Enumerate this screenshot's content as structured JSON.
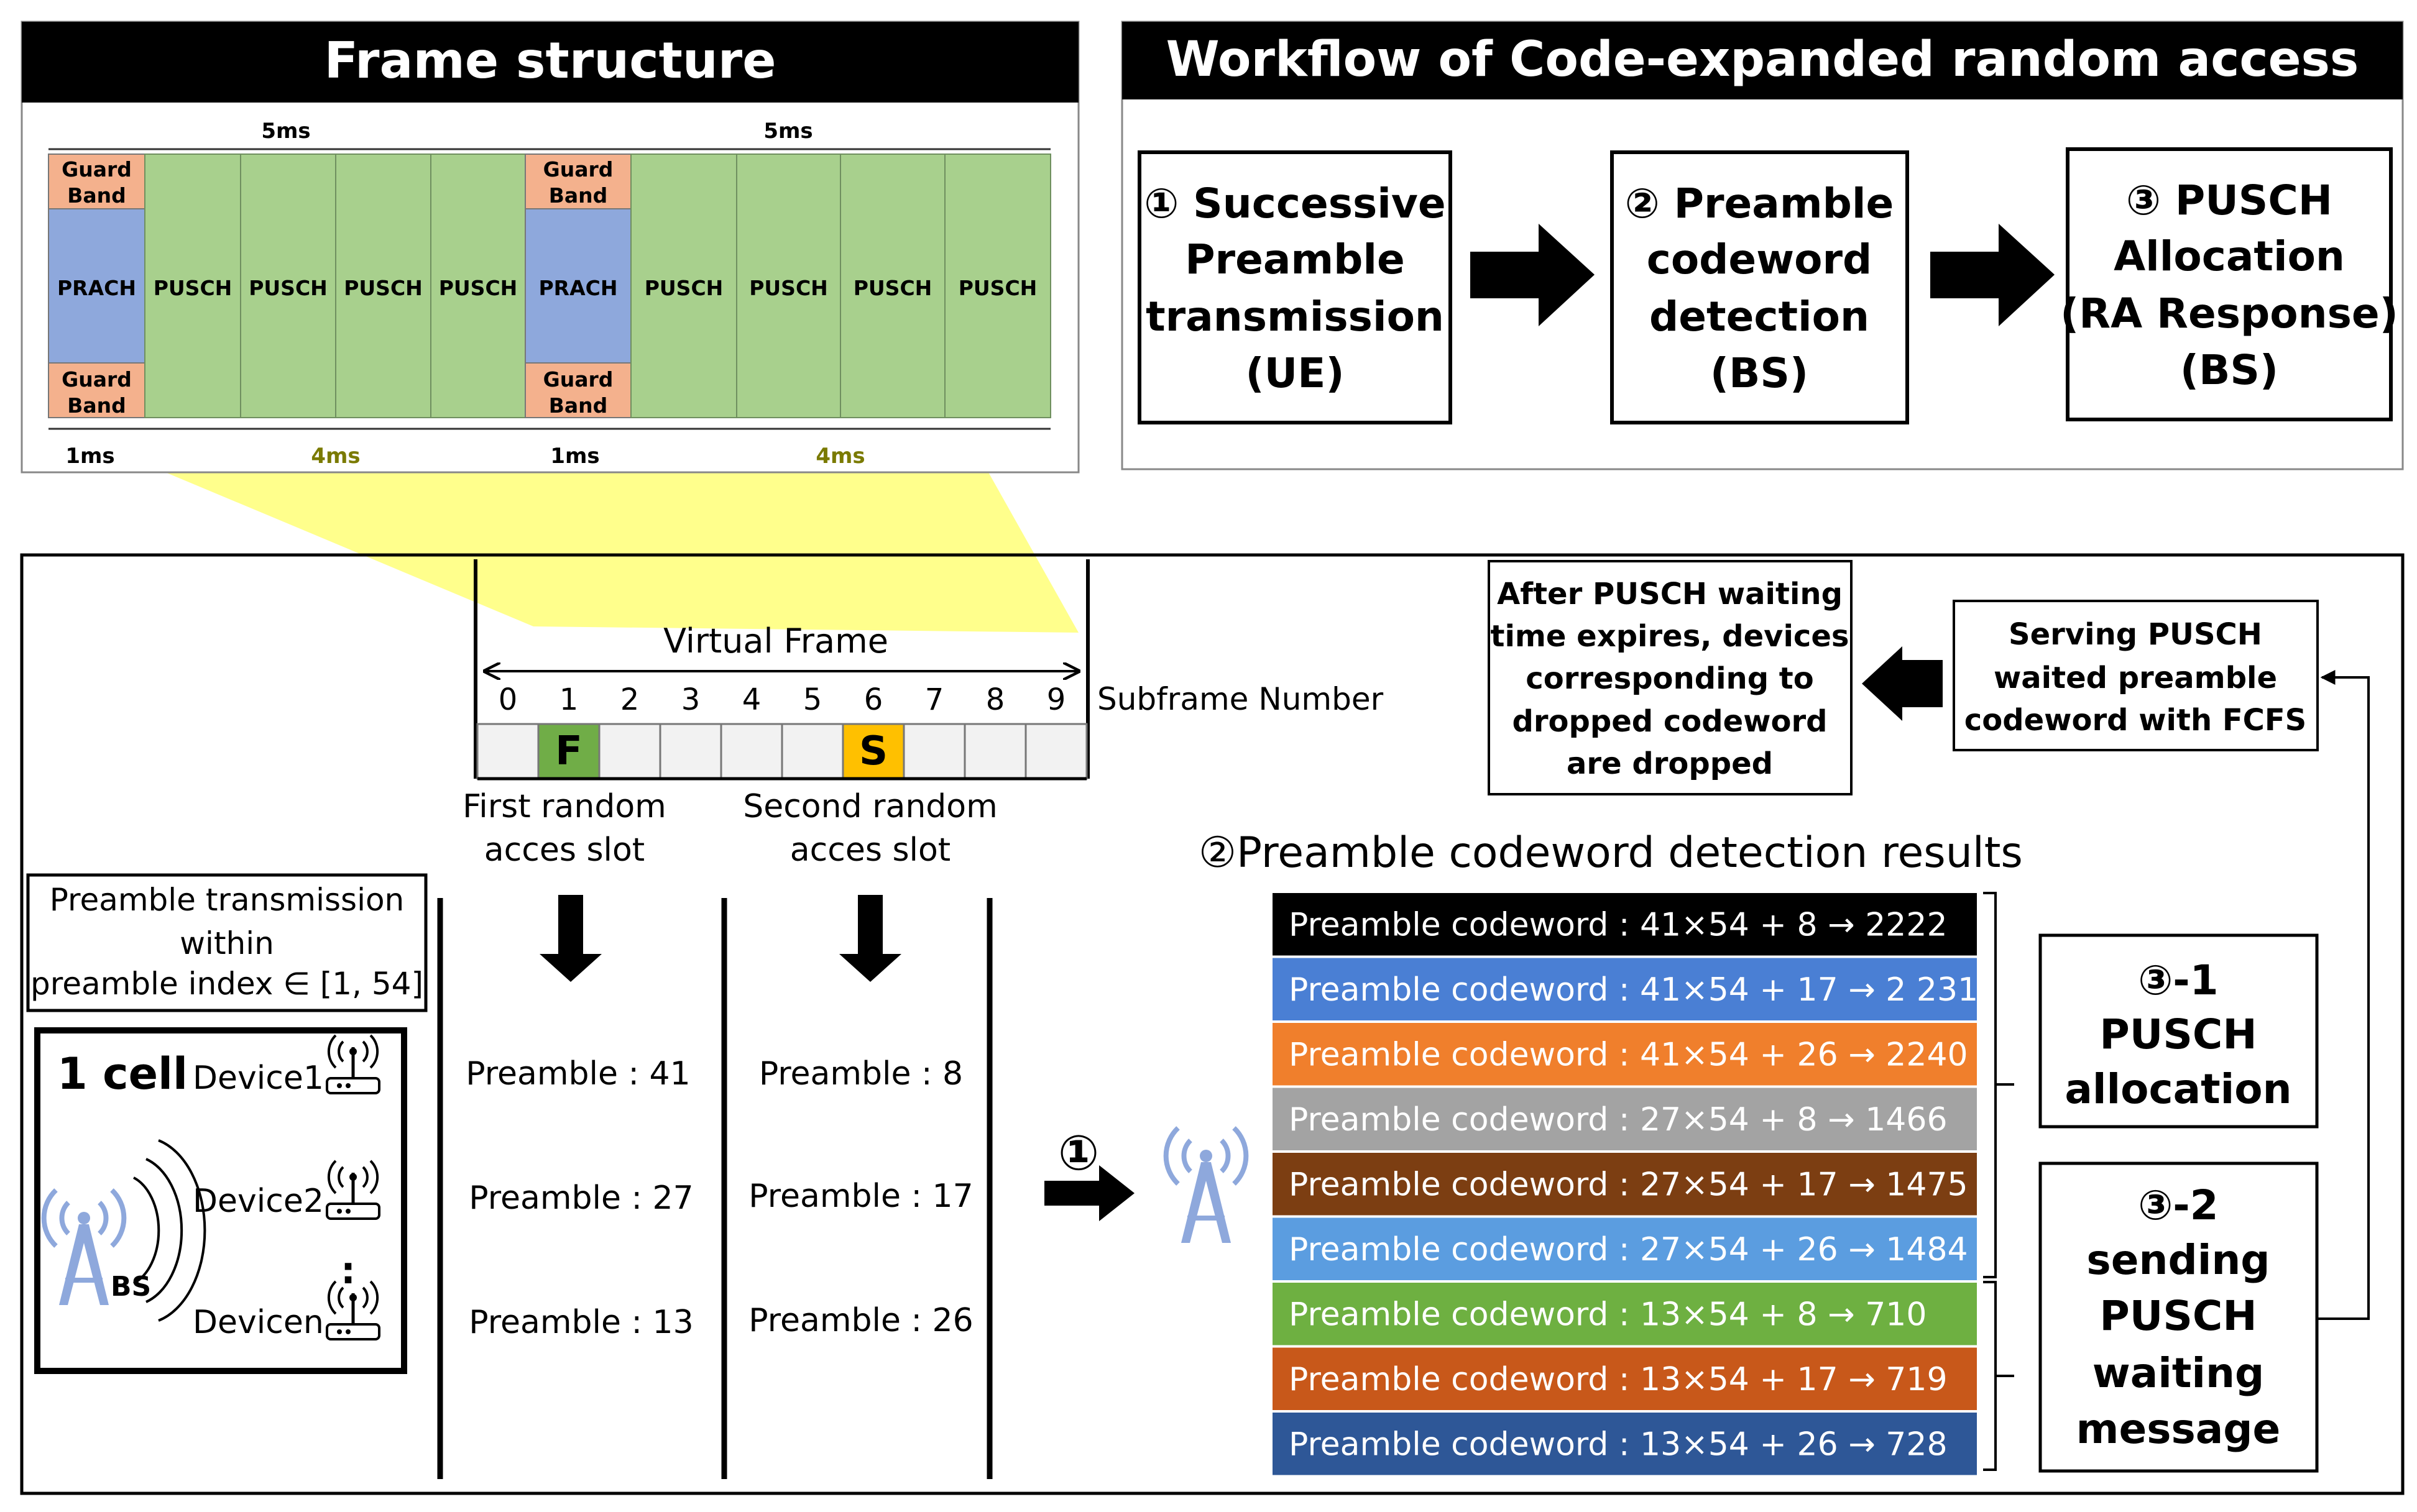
{
  "frame": {
    "title": "Frame structure",
    "span_top": [
      "5ms",
      "5ms"
    ],
    "guard": [
      "Guard",
      "Band"
    ],
    "prach": "PRACH",
    "pusch": "PUSCH",
    "span_bottom": [
      "1ms",
      "4ms",
      "1ms",
      "4ms"
    ]
  },
  "workflow": {
    "title": "Workflow of Code-expanded random access",
    "steps": [
      {
        "lines": [
          "① Successive",
          "Preamble",
          "transmission",
          "(UE)"
        ]
      },
      {
        "lines": [
          "② Preamble",
          "codeword",
          "detection",
          "(BS)"
        ]
      },
      {
        "lines": [
          "③ PUSCH",
          "Allocation",
          "(RA Response)",
          "(BS)"
        ]
      }
    ]
  },
  "virtual_frame": {
    "title": "Virtual Frame",
    "numbers": [
      "0",
      "1",
      "2",
      "3",
      "4",
      "5",
      "6",
      "7",
      "8",
      "9"
    ],
    "subframe_label": "Subframe Number",
    "slot_first": "F",
    "slot_second": "S",
    "first_label": [
      "First random",
      "acces slot"
    ],
    "second_label": [
      "Second random",
      "acces slot"
    ]
  },
  "preamble_box": {
    "lines": [
      "Preamble transmission",
      "within",
      "preamble index ∈ [1, 54]"
    ]
  },
  "cell": {
    "title": "1 cell",
    "devices": [
      "Device1",
      "Device2",
      "Devicen"
    ],
    "dots": ":",
    "bs": "BS"
  },
  "first_preambles": [
    "Preamble : 41",
    "Preamble : 27",
    "Preamble : 13"
  ],
  "second_preambles": [
    "Preamble : 8",
    "Preamble : 17",
    "Preamble : 26"
  ],
  "step1_marker": "①",
  "detection": {
    "title": "②Preamble codeword detection results",
    "rows": [
      {
        "text": "Preamble codeword : 41×54 + 8 → 2222",
        "color": "#000000"
      },
      {
        "text": "Preamble codeword : 41×54 + 17 → 2 231",
        "color": "#4a7fd4"
      },
      {
        "text": "Preamble codeword : 41×54 + 26 → 2240",
        "color": "#f07f2c"
      },
      {
        "text": "Preamble codeword : 27×54 + 8 → 1466",
        "color": "#a3a3a3"
      },
      {
        "text": "Preamble codeword : 27×54 + 17 → 1475",
        "color": "#7c3e12"
      },
      {
        "text": "Preamble codeword : 27×54 + 26 → 1484",
        "color": "#5b9de0"
      },
      {
        "text": "Preamble codeword : 13×54 + 8 → 710",
        "color": "#6eb041"
      },
      {
        "text": "Preamble codeword : 13×54 + 17 → 719",
        "color": "#c8581a"
      },
      {
        "text": "Preamble codeword : 13×54 + 26 → 728",
        "color": "#2e5797"
      }
    ]
  },
  "alloc_box": {
    "lines": [
      "③-1",
      "PUSCH",
      "allocation"
    ]
  },
  "waiting_box": {
    "lines": [
      "③-2",
      "sending",
      "PUSCH",
      "waiting",
      "message"
    ]
  },
  "serving_box": {
    "lines": [
      "Serving PUSCH",
      "waited preamble",
      "codeword with FCFS"
    ]
  },
  "dropped_box": {
    "lines": [
      "After PUSCH waiting",
      "time expires, devices",
      "corresponding to",
      "dropped codeword",
      "are dropped"
    ]
  },
  "colors": {
    "guard": "#f4b18d",
    "prach": "#8ea8dc",
    "pusch": "#a8d08d",
    "highlight": "#ffff80",
    "slot_first": "#70ad47",
    "slot_second": "#ffc000"
  }
}
